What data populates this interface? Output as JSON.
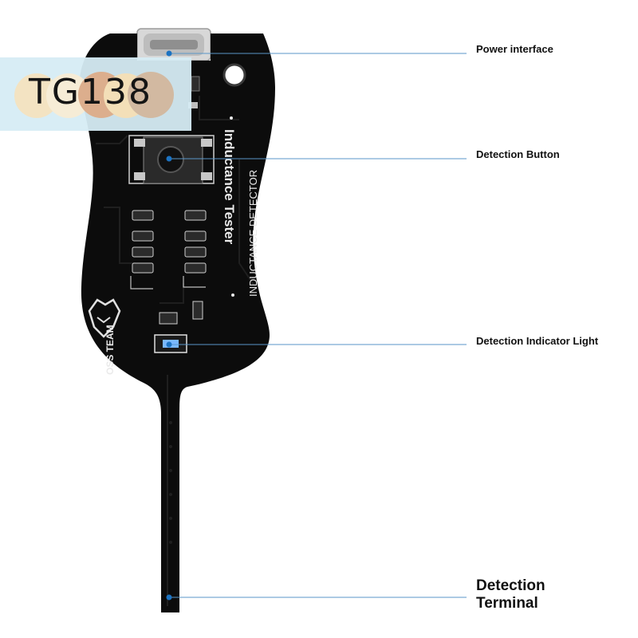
{
  "brand": {
    "text": "TG138"
  },
  "board": {
    "silk_title": "Inductance Tester",
    "silk_subtitle": "INDUCTANCE DETECTOR",
    "team_label": "OSS TEAM"
  },
  "callouts": [
    {
      "id": "power",
      "label": "Power interface"
    },
    {
      "id": "button",
      "label": "Detection Button"
    },
    {
      "id": "light",
      "label": "Detection Indicator Light"
    },
    {
      "id": "terminal",
      "label": "Detection Terminal"
    }
  ],
  "colors": {
    "board": "#0c0c0c",
    "trace": "#1c1c1c",
    "silk": "#eaeaea",
    "leader": "#5a96c8",
    "badge_bg": "#d6ecf4",
    "indicator": "#7ab8ff"
  }
}
